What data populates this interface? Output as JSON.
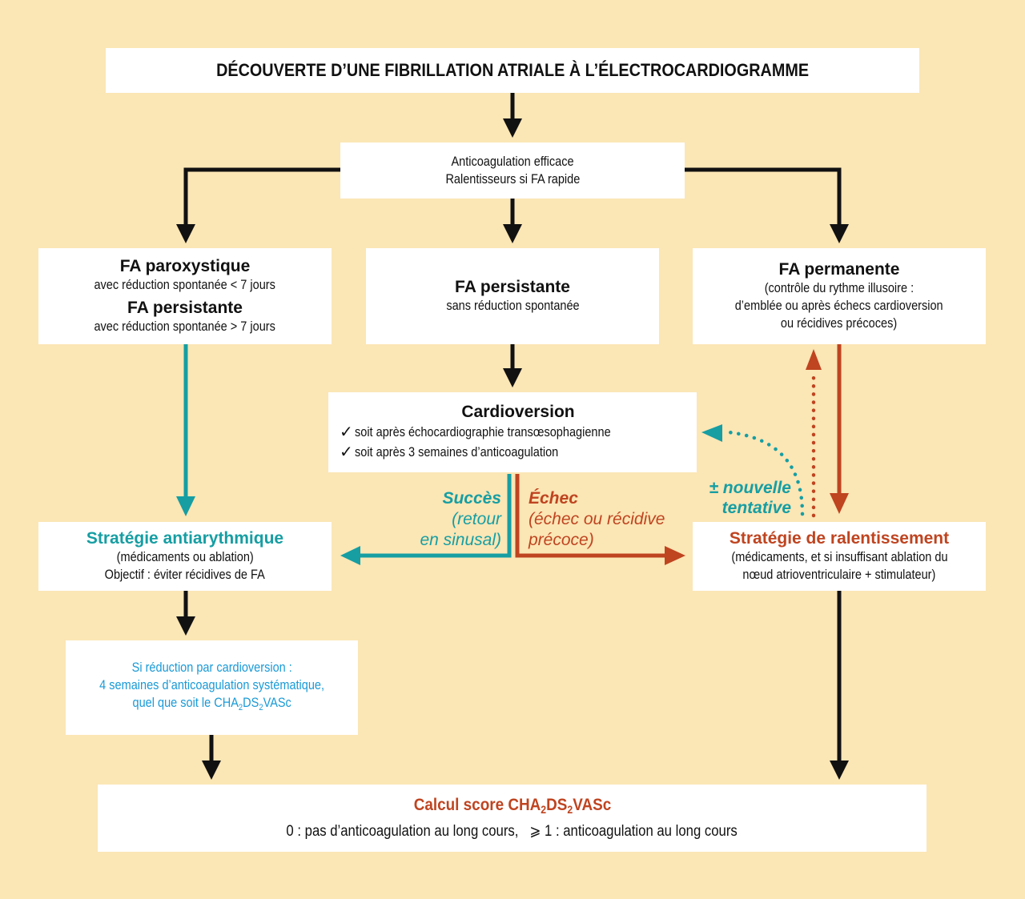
{
  "title": "DÉCOUVERTE D’UNE FIBRILLATION ATRIALE À L’ÉLECTROCARDIOGRAMME",
  "initial": {
    "line1": "Anticoagulation efficace",
    "line2": "Ralentisseurs si FA rapide"
  },
  "paroxystique": {
    "title1": "FA paroxystique",
    "sub1": "avec réduction spontanée < 7 jours",
    "title2": "FA persistante",
    "sub2": "avec réduction spontanée > 7 jours"
  },
  "persistante": {
    "title": "FA persistante",
    "sub": "sans réduction spontanée"
  },
  "permanente": {
    "title": "FA permanente",
    "line1": "(contrôle du rythme illusoire :",
    "line2": "d’emblée ou après échecs cardioversion",
    "line3": "ou récidives précoces)"
  },
  "cardioversion": {
    "title": "Cardioversion",
    "check_icon": "✓",
    "item1": "soit après échocardiographie transœsophagienne",
    "item2": "soit après 3 semaines d’anticoagulation"
  },
  "succes": {
    "title": "Succès",
    "line1": "(retour",
    "line2": "en sinusal)"
  },
  "echec": {
    "title": "Échec",
    "line1": "(échec ou récidive",
    "line2": "précoce)"
  },
  "nouvelle_tentative": {
    "line1": "± nouvelle",
    "line2": "tentative"
  },
  "antiarythmique": {
    "title": "Stratégie antiarythmique",
    "line1": "(médicaments ou ablation)",
    "line2": "Objectif : éviter récidives de FA"
  },
  "ralentissement": {
    "title": "Stratégie de ralentissement",
    "line1": "(médicaments, et si insuffisant ablation du",
    "line2": "nœud atrioventriculaire + stimulateur)"
  },
  "reduction": {
    "line1": "Si réduction par cardioversion :",
    "line2": "4 semaines d’anticoagulation systématique,",
    "line3_prefix": "quel que soit le ",
    "score": {
      "a": "CHA",
      "s1": "2",
      "b": "DS",
      "s2": "2",
      "c": "VASc"
    }
  },
  "score_box": {
    "title_prefix": "Calcul score ",
    "score": {
      "a": "CHA",
      "s1": "2",
      "b": "DS",
      "s2": "2",
      "c": "VASc"
    },
    "rule0": "0 : pas d’anticoagulation au long cours,",
    "rule1": "⩾ 1 : anticoagulation au long cours"
  },
  "colors": {
    "background": "#fbe6b5",
    "teal": "#169ea3",
    "rust": "#bf4420",
    "blue": "#1a9ad6",
    "arrow": "#111111"
  }
}
